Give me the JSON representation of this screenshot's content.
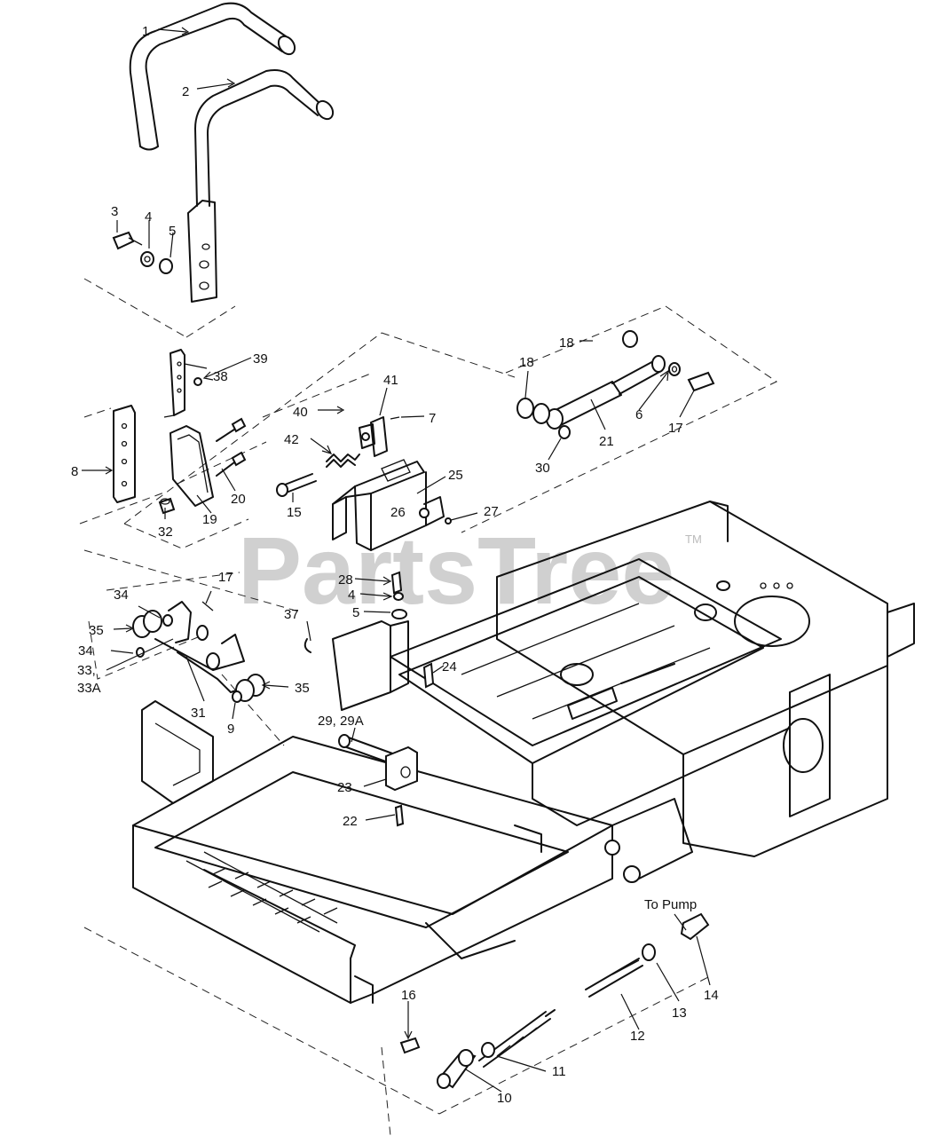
{
  "watermark": {
    "text": "PartsTree",
    "tm": "TM"
  },
  "note": {
    "to_pump": "To Pump"
  },
  "callouts": [
    {
      "id": "c1",
      "text": "1"
    },
    {
      "id": "c2",
      "text": "2"
    },
    {
      "id": "c3",
      "text": "3"
    },
    {
      "id": "c4a",
      "text": "4"
    },
    {
      "id": "c5a",
      "text": "5"
    },
    {
      "id": "c39",
      "text": "39"
    },
    {
      "id": "c38",
      "text": "38"
    },
    {
      "id": "c8",
      "text": "8"
    },
    {
      "id": "c20",
      "text": "20"
    },
    {
      "id": "c19",
      "text": "19"
    },
    {
      "id": "c32",
      "text": "32"
    },
    {
      "id": "c41",
      "text": "41"
    },
    {
      "id": "c40",
      "text": "40"
    },
    {
      "id": "c7",
      "text": "7"
    },
    {
      "id": "c42",
      "text": "42"
    },
    {
      "id": "c15",
      "text": "15"
    },
    {
      "id": "c25",
      "text": "25"
    },
    {
      "id": "c26",
      "text": "26"
    },
    {
      "id": "c27",
      "text": "27"
    },
    {
      "id": "c18a",
      "text": "18"
    },
    {
      "id": "c18b",
      "text": "18"
    },
    {
      "id": "c6",
      "text": "6"
    },
    {
      "id": "c17a",
      "text": "17"
    },
    {
      "id": "c21",
      "text": "21"
    },
    {
      "id": "c30",
      "text": "30"
    },
    {
      "id": "c28",
      "text": "28"
    },
    {
      "id": "c4b",
      "text": "4"
    },
    {
      "id": "c5b",
      "text": "5"
    },
    {
      "id": "c17b",
      "text": "17"
    },
    {
      "id": "c34a",
      "text": "34"
    },
    {
      "id": "c35a",
      "text": "35"
    },
    {
      "id": "c34b",
      "text": "34"
    },
    {
      "id": "c33",
      "text": "33,"
    },
    {
      "id": "c33a",
      "text": "33A"
    },
    {
      "id": "c31",
      "text": "31"
    },
    {
      "id": "c9",
      "text": "9"
    },
    {
      "id": "c35b",
      "text": "35"
    },
    {
      "id": "c37",
      "text": "37"
    },
    {
      "id": "c24",
      "text": "24"
    },
    {
      "id": "c29",
      "text": "29, 29A"
    },
    {
      "id": "c23",
      "text": "23"
    },
    {
      "id": "c22",
      "text": "22"
    },
    {
      "id": "c14",
      "text": "14"
    },
    {
      "id": "c13",
      "text": "13"
    },
    {
      "id": "c12",
      "text": "12"
    },
    {
      "id": "c16",
      "text": "16"
    },
    {
      "id": "c11",
      "text": "11"
    },
    {
      "id": "c10",
      "text": "10"
    }
  ]
}
